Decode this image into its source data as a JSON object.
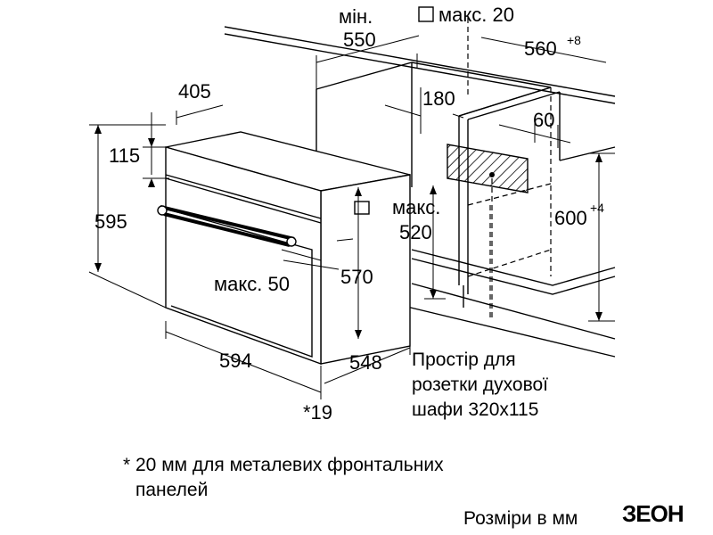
{
  "dimensions": {
    "min_label": "мін.",
    "min_550": "550",
    "max_20": "макс. 20",
    "d_560": "560",
    "d_560_sup": "+8",
    "d_405": "405",
    "d_180": "180",
    "d_60": "60",
    "d_115": "115",
    "d_595": "595",
    "d_600": "600",
    "d_600_sup": "+4",
    "max_520_label": "макс.",
    "d_520": "520",
    "max_50": "макс. 50",
    "d_570": "570",
    "d_594": "594",
    "d_548": "548",
    "d_19": "*19"
  },
  "socket_note": [
    "Простір для",
    "розетки духової",
    "шафи 320x115"
  ],
  "footnote": [
    "* 20 мм для металевих фронтальних",
    "панелей"
  ],
  "units_note": "Розміри в мм",
  "logo": "ЗЕОН"
}
